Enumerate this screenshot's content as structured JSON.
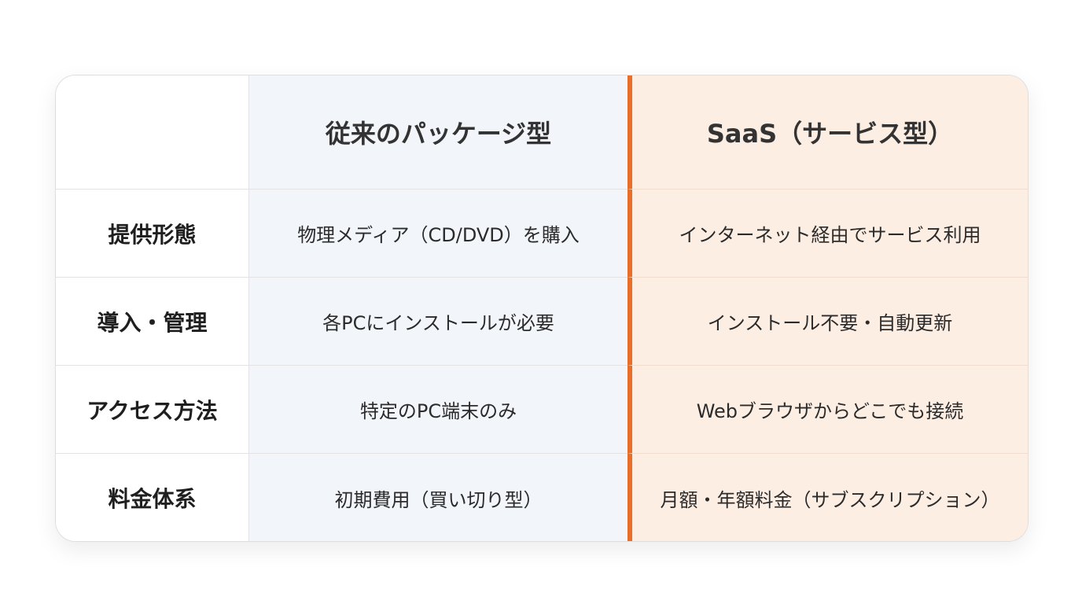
{
  "header": {
    "corner": "",
    "package_title": "従来のパッケージ型",
    "saas_title": "SaaS（サービス型）"
  },
  "rows": [
    {
      "label": "提供形態",
      "package": "物理メディア（CD/DVD）を購入",
      "saas": "インターネット経由でサービス利用"
    },
    {
      "label": "導入・管理",
      "package": "各PCにインストールが必要",
      "saas": "インストール不要・自動更新"
    },
    {
      "label": "アクセス方法",
      "package": "特定のPC端末のみ",
      "saas": "Webブラウザからどこでも接続"
    },
    {
      "label": "料金体系",
      "package": "初期費用（買い切り型）",
      "saas": "月額・年額料金（サブスクリプション）"
    }
  ],
  "colors": {
    "accent": "#ea6e2a",
    "package_bg": "#f2f5f9",
    "saas_bg": "#fdeee4"
  }
}
